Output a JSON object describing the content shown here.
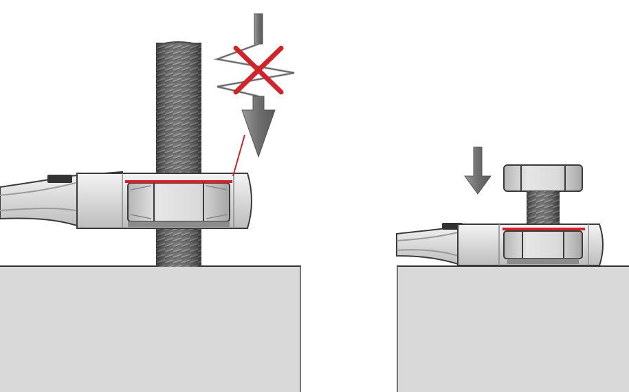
{
  "figure": {
    "panels": [
      {
        "id": "incorrect-use",
        "marks": [
          "wrench",
          "threaded-rod",
          "nut",
          "no-force-arrow",
          "cross-mark",
          "contact-line"
        ]
      },
      {
        "id": "correct-use",
        "marks": [
          "wrench",
          "bolt",
          "nut",
          "force-arrow",
          "contact-line"
        ]
      }
    ],
    "colors": {
      "background": "#ffffff",
      "surface": "#d9d9d9",
      "surface_edge": "#333333",
      "metal_light": "#e8e8e8",
      "metal_mid": "#c4c4c4",
      "metal_dark": "#8c8c8c",
      "thread": "#5d5d5d",
      "outline": "#3a3a3a",
      "accent_red": "#d2232a",
      "arrow_gray": "#7a7a7a"
    }
  }
}
